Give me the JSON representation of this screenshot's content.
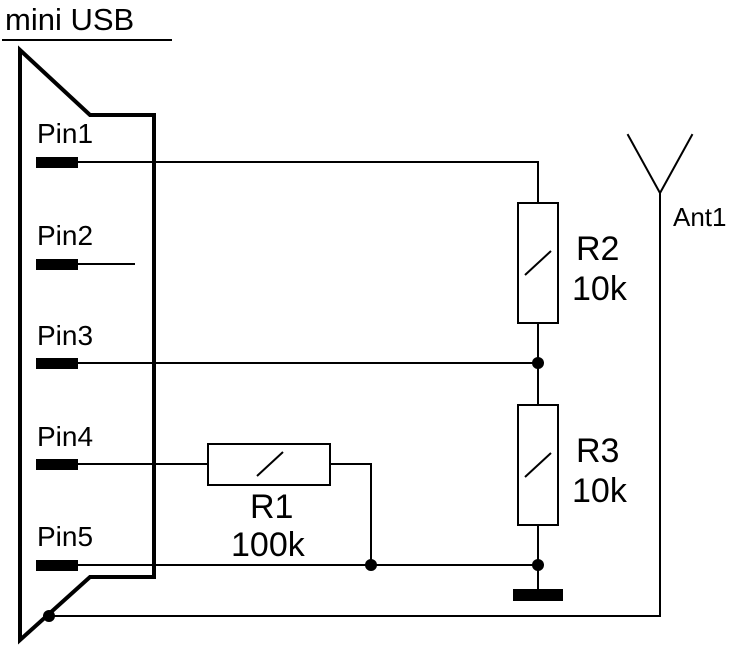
{
  "title": "mini USB",
  "pins": [
    "Pin1",
    "Pin2",
    "Pin3",
    "Pin4",
    "Pin5"
  ],
  "components": {
    "r1": {
      "name": "R1",
      "value": "100k"
    },
    "r2": {
      "name": "R2",
      "value": "10k"
    },
    "r3": {
      "name": "R3",
      "value": "10k"
    },
    "antenna": {
      "name": "Ant1"
    }
  }
}
